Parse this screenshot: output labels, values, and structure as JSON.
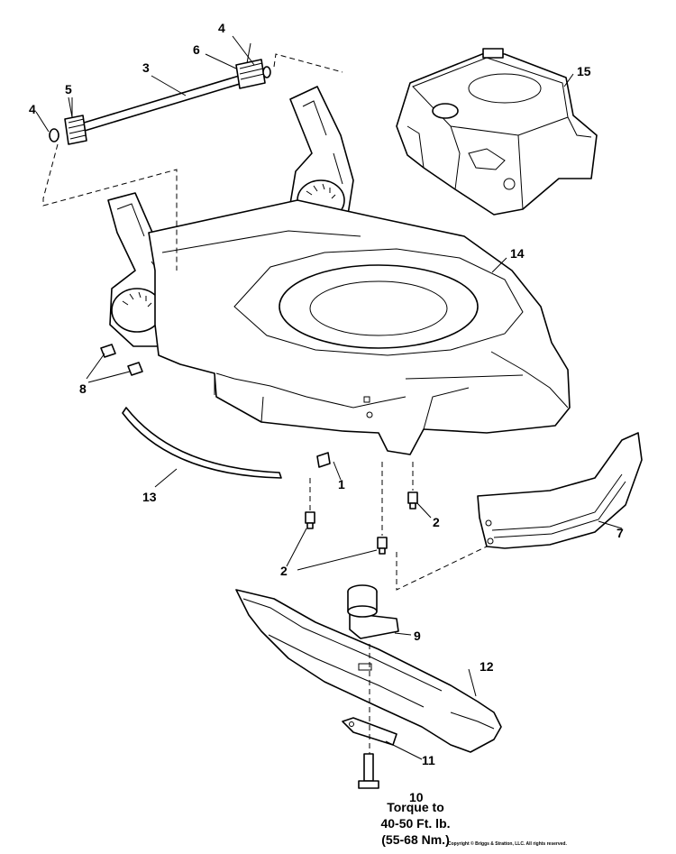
{
  "callouts": [
    {
      "id": "c1",
      "label": "1"
    },
    {
      "id": "c2a",
      "label": "2"
    },
    {
      "id": "c2b",
      "label": "2"
    },
    {
      "id": "c3",
      "label": "3"
    },
    {
      "id": "c4a",
      "label": "4"
    },
    {
      "id": "c4b",
      "label": "4"
    },
    {
      "id": "c5",
      "label": "5"
    },
    {
      "id": "c6",
      "label": "6"
    },
    {
      "id": "c7",
      "label": "7"
    },
    {
      "id": "c8",
      "label": "8"
    },
    {
      "id": "c9",
      "label": "9"
    },
    {
      "id": "c10",
      "label": "10"
    },
    {
      "id": "c11",
      "label": "11"
    },
    {
      "id": "c12",
      "label": "12"
    },
    {
      "id": "c13",
      "label": "13"
    },
    {
      "id": "c14",
      "label": "14"
    },
    {
      "id": "c15",
      "label": "15"
    }
  ],
  "torque_note": [
    "Torque to",
    "40-50 Ft. lb.",
    "(55-68 Nm.)"
  ],
  "copyright": "Copyright © Briggs & Stratton, LLC. All rights reserved."
}
